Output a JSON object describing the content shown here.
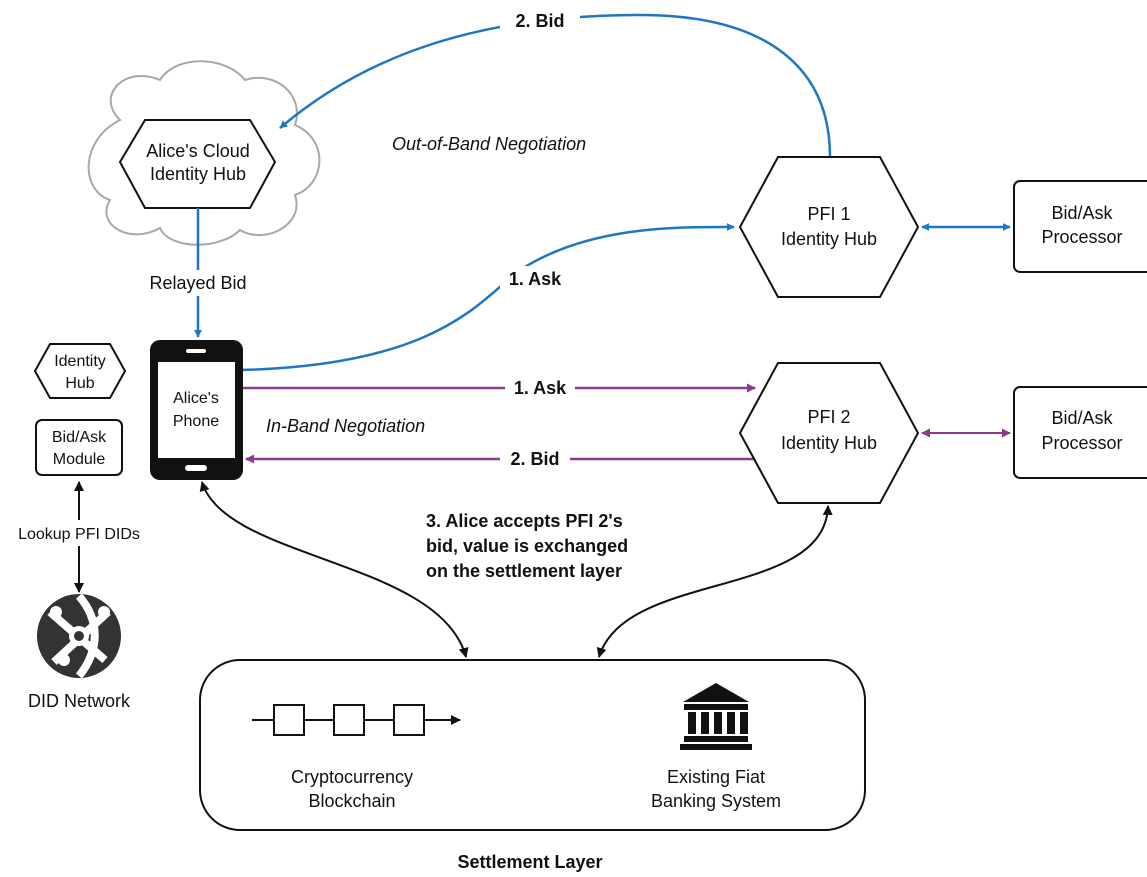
{
  "colors": {
    "blue": "#1f77c4",
    "purple": "#8a3a8f",
    "black": "#111111",
    "cloud_outline": "#a8a8a8"
  },
  "nodes": {
    "alice_cloud_hub": [
      "Alice's Cloud",
      "Identity Hub"
    ],
    "pfi1_hub": [
      "PFI 1",
      "Identity Hub"
    ],
    "pfi2_hub": [
      "PFI 2",
      "Identity Hub"
    ],
    "processor1": [
      "Bid/Ask",
      "Processor"
    ],
    "processor2": [
      "Bid/Ask",
      "Processor"
    ],
    "alice_phone": [
      "Alice's",
      "Phone"
    ],
    "phone_identity_hub": [
      "Identity",
      "Hub"
    ],
    "phone_bid_ask_module": [
      "Bid/Ask",
      "Module"
    ],
    "did_network": "DID Network",
    "settlement": {
      "blockchain": [
        "Cryptocurrency",
        "Blockchain"
      ],
      "fiat": [
        "Existing Fiat",
        "Banking System"
      ],
      "caption": "Settlement Layer"
    }
  },
  "edges": {
    "top_bid": "2. Bid",
    "blue_ask": "1. Ask",
    "relayed_bid": "Relayed Bid",
    "inband_ask": "1. Ask",
    "inband_bid": "2. Bid",
    "lookup": "Lookup PFI DIDs"
  },
  "notes": {
    "out_of_band": "Out-of-Band Negotiation",
    "in_band": "In-Band Negotiation",
    "accept": [
      "3. Alice accepts PFI 2's",
      "bid, value is exchanged",
      "on the settlement layer"
    ]
  },
  "icons": {
    "did_network": "did-network-globe-icon",
    "blockchain": "blockchain-chain-icon",
    "bank": "bank-building-icon",
    "phone": "smartphone-icon"
  }
}
